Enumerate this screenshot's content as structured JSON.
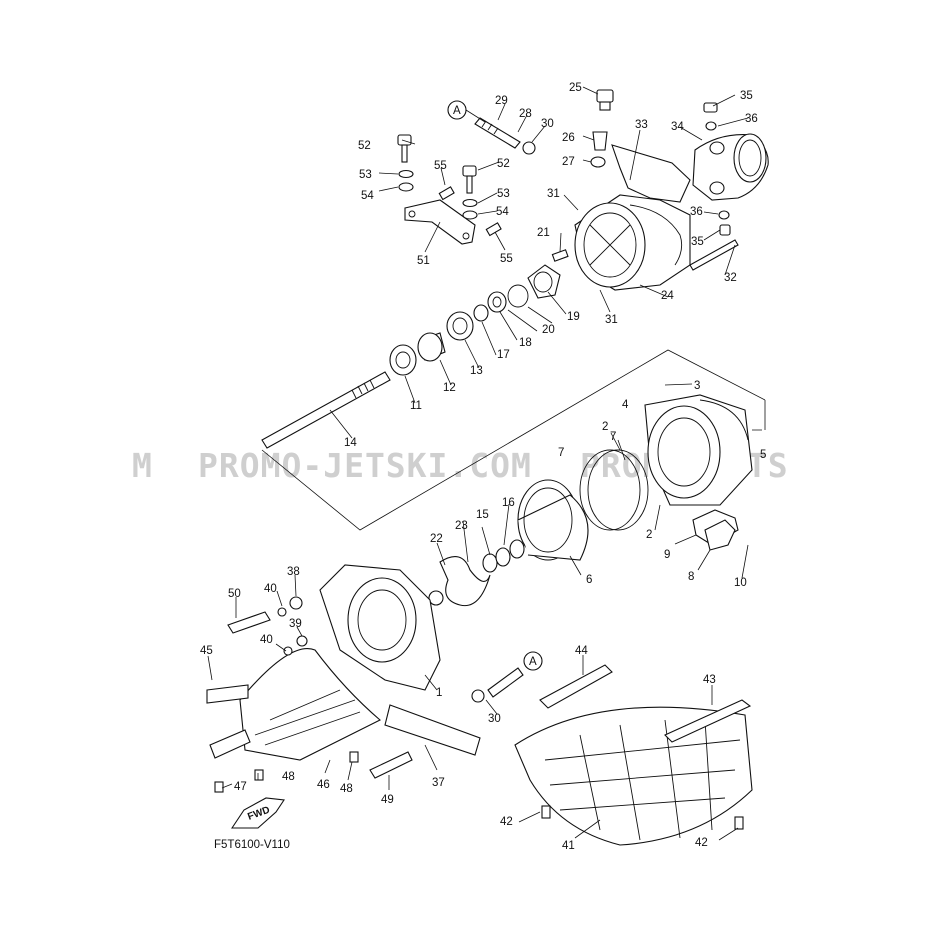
{
  "watermark": "PROMO-JETSKI.COM",
  "watermark_left_fragment": "M",
  "watermark_right_fragment": "PROMO-JETS",
  "diagram_code": "F5T6100-V110",
  "fwd_arrow_label": "FWD",
  "reference_marker": "A",
  "callouts": [
    "1",
    "2",
    "3",
    "4",
    "5",
    "6",
    "7",
    "8",
    "9",
    "10",
    "11",
    "12",
    "13",
    "14",
    "15",
    "16",
    "17",
    "18",
    "19",
    "20",
    "21",
    "22",
    "23",
    "24",
    "25",
    "26",
    "27",
    "28",
    "29",
    "30",
    "31",
    "32",
    "33",
    "34",
    "35",
    "36",
    "37",
    "38",
    "39",
    "40",
    "41",
    "42",
    "43",
    "44",
    "45",
    "46",
    "47",
    "48",
    "49",
    "50",
    "51",
    "52",
    "53",
    "54",
    "55"
  ]
}
